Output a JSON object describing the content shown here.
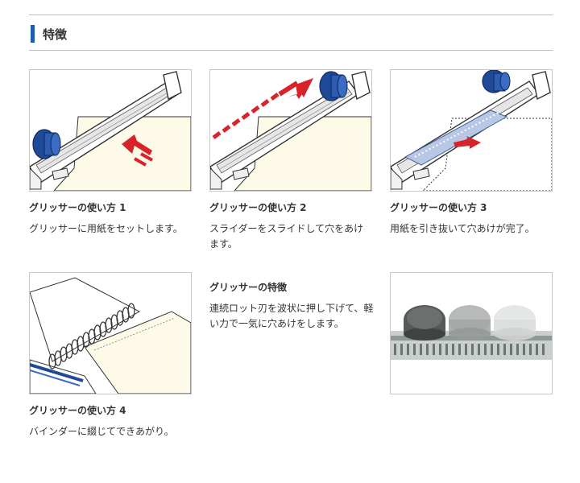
{
  "section": {
    "title": "特徴"
  },
  "steps": [
    {
      "title": "グリッサーの使い方 1",
      "desc": "グリッサーに用紙をセットします。"
    },
    {
      "title": "グリッサーの使い方 2",
      "desc": "スライダーをスライドして穴をあけます。"
    },
    {
      "title": "グリッサーの使い方 3",
      "desc": "用紙を引き抜いて穴あけが完了。"
    },
    {
      "title": "グリッサーの使い方 4",
      "desc": "バインダーに綴じてできあがり。"
    }
  ],
  "feature": {
    "title": "グリッサーの特徴",
    "desc": "連続ロット刃を波状に押し下げて、軽い力で一気に穴あけをします。"
  },
  "colors": {
    "accent": "#1a5fae",
    "arrow": "#d9232b",
    "paper": "#fdfbe8"
  }
}
